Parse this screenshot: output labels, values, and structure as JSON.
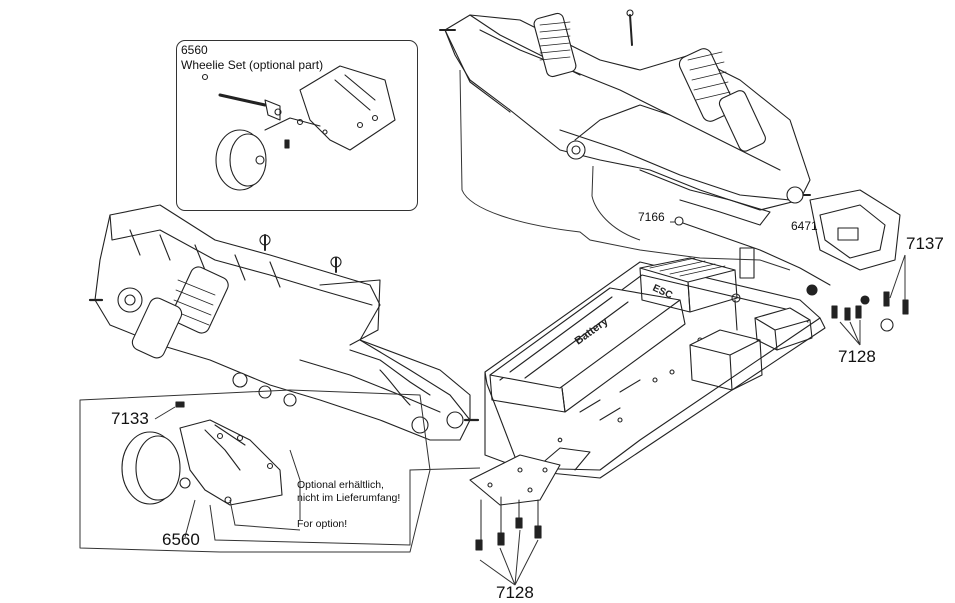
{
  "inset": {
    "part_number": "6560",
    "title": "Wheelie Set (optional part)"
  },
  "callouts": {
    "p7166": "7166",
    "p6471": "6471",
    "p7137": "7137",
    "p7128_right": "7128",
    "p7133": "7133",
    "p6560_bottom": "6560",
    "p7128_bottom": "7128"
  },
  "note": {
    "line1": "Optional erhältlich,",
    "line2": "nicht im Lieferumfang!",
    "line3": "For option!"
  },
  "battery_label": "Battery",
  "esc_label": "ESC"
}
